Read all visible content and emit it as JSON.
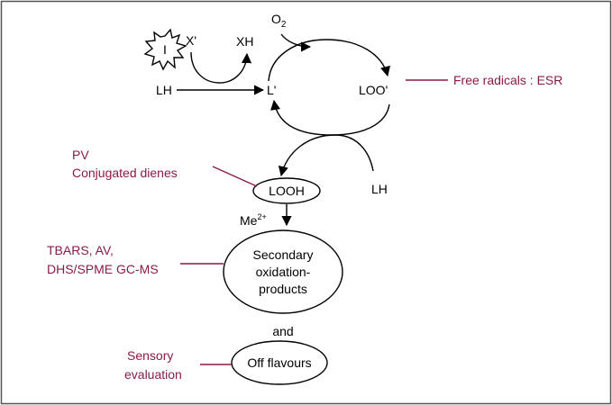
{
  "colors": {
    "accent": "#8b1a4a",
    "ink": "#000000",
    "frame": "#555555",
    "background": "#ffffff"
  },
  "nodes": {
    "initiator": "I",
    "x_radical": "X'",
    "xh": "XH",
    "lh_left": "LH",
    "o2_base": "O",
    "o2_sub": "2",
    "l_radical": "L'",
    "loo_radical": "LOO'",
    "looh": "LOOH",
    "lh_right": "LH",
    "metal_base": "Me",
    "metal_sup": "2+",
    "secondary_line1": "Secondary",
    "secondary_line2": "oxidation-",
    "secondary_line3": "products",
    "and": "and",
    "off_flavours": "Off flavours"
  },
  "methods": {
    "free_radicals": "Free radicals : ESR",
    "pv": "PV",
    "conjugated_dienes": "Conjugated dienes",
    "tbars": "TBARS, AV,",
    "dhs": "DHS/SPME GC-MS",
    "sensory_line1": "Sensory",
    "sensory_line2": "evaluation"
  }
}
